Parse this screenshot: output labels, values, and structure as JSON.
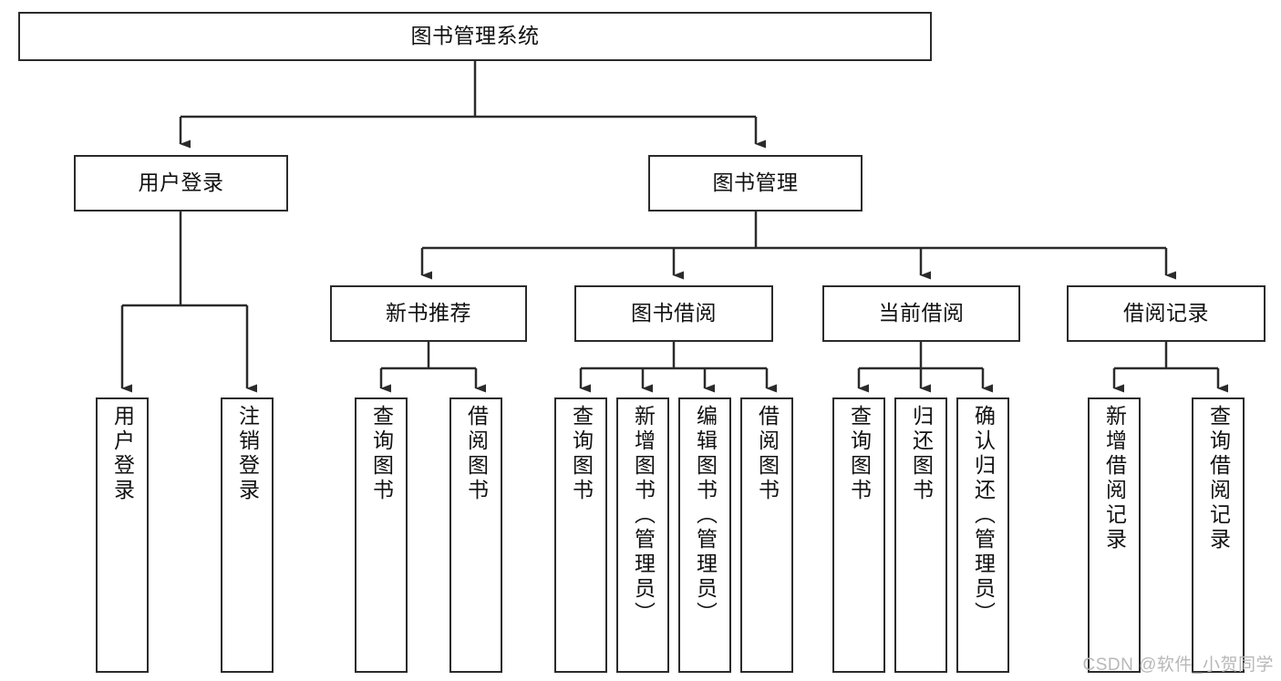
{
  "diagram": {
    "title_node": {
      "label": "图书管理系统"
    },
    "level2": [
      {
        "id": "user-login",
        "label": "用户登录"
      },
      {
        "id": "book-management",
        "label": "图书管理"
      }
    ],
    "level3": [
      {
        "id": "new-book-recommend",
        "label": "新书推荐"
      },
      {
        "id": "book-borrow",
        "label": "图书借阅"
      },
      {
        "id": "current-borrow",
        "label": "当前借阅"
      },
      {
        "id": "borrow-record",
        "label": "借阅记录"
      }
    ],
    "leaves": {
      "user_login": [
        {
          "id": "leaf-user-login",
          "label": "用户登录"
        },
        {
          "id": "leaf-logout-login",
          "label": "注销登录"
        }
      ],
      "new_book_recommend": [
        {
          "id": "leaf-query-book-1",
          "label": "查询图书"
        },
        {
          "id": "leaf-borrow-book-1",
          "label": "借阅图书"
        }
      ],
      "book_borrow": [
        {
          "id": "leaf-query-book-2",
          "label": "查询图书"
        },
        {
          "id": "leaf-add-book",
          "label": "新增图书（管理员）"
        },
        {
          "id": "leaf-edit-book",
          "label": "编辑图书（管理员）"
        },
        {
          "id": "leaf-borrow-book-2",
          "label": "借阅图书"
        }
      ],
      "current_borrow": [
        {
          "id": "leaf-query-book-3",
          "label": "查询图书"
        },
        {
          "id": "leaf-return-book",
          "label": "归还图书"
        },
        {
          "id": "leaf-confirm-return",
          "label": "确认归还（管理员）"
        }
      ],
      "borrow_record": [
        {
          "id": "leaf-add-record",
          "label": "新增借阅记录"
        },
        {
          "id": "leaf-query-record",
          "label": "查询借阅记录"
        }
      ]
    },
    "colors": {
      "border": "#2b2b2b",
      "text": "#111111",
      "background": "#ffffff",
      "watermark": "#b8b8b8"
    }
  },
  "watermark": {
    "text": "CSDN @软件_小贺同学"
  }
}
